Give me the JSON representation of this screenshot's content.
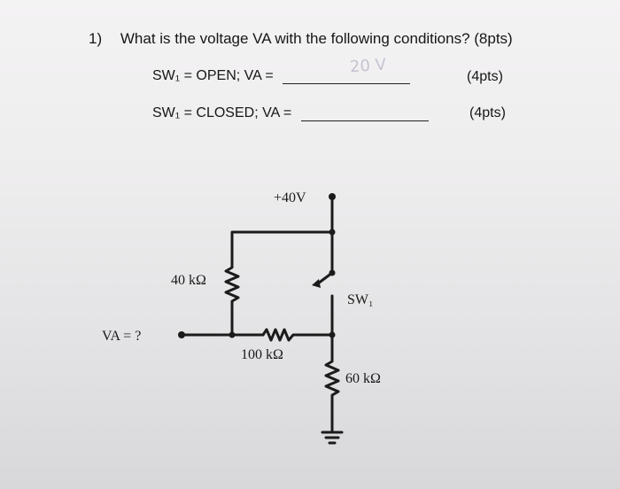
{
  "question": {
    "number": "1)",
    "text": "What is the voltage VA with the following conditions? (8pts)",
    "row1": {
      "label": "SW₁ = OPEN;   VA =",
      "answer_scribble": "20 V",
      "points": "(4pts)"
    },
    "row2": {
      "label": "SW₁ = CLOSED; VA =",
      "points": "(4pts)"
    }
  },
  "circuit": {
    "supply_label": "+40V",
    "r1_label": "40 kΩ",
    "r2_label": "100 kΩ",
    "r3_label": "60 kΩ",
    "switch_label": "SW₁",
    "node_label": "VA = ?"
  }
}
